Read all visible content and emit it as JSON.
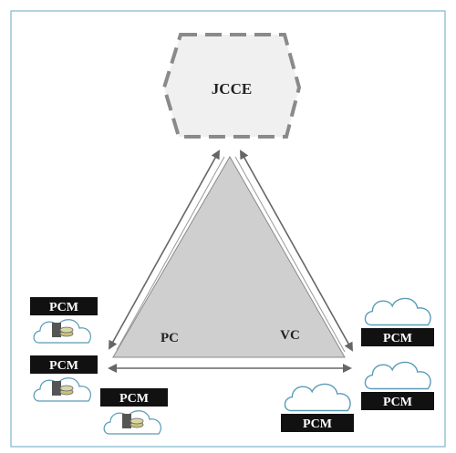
{
  "diagram": {
    "hub_label": "JCCE",
    "left_vertex_label": "PC",
    "right_vertex_label": "VC",
    "pcm_label": "PCM",
    "colors": {
      "frame": "#7eb6cc",
      "triangle_fill": "#cfcfcf",
      "hub_fill": "#f0f0f0",
      "hub_stroke": "#8a8a8a",
      "arrow": "#666666",
      "label_box": "#111111",
      "label_text": "#ffffff",
      "cloud_stroke": "#5a9bb5"
    },
    "left_nodes": [
      {
        "name": "pcm-node-left-1",
        "icon": "server-with-storage-in-cloud-icon"
      },
      {
        "name": "pcm-node-left-2",
        "icon": "server-with-storage-in-cloud-icon"
      },
      {
        "name": "pcm-node-left-3",
        "icon": "server-with-storage-in-cloud-icon"
      }
    ],
    "right_nodes": [
      {
        "name": "pcm-node-right-1",
        "icon": "cloud-icon"
      },
      {
        "name": "pcm-node-right-2",
        "icon": "cloud-icon"
      },
      {
        "name": "pcm-node-right-3",
        "icon": "cloud-icon"
      }
    ]
  }
}
